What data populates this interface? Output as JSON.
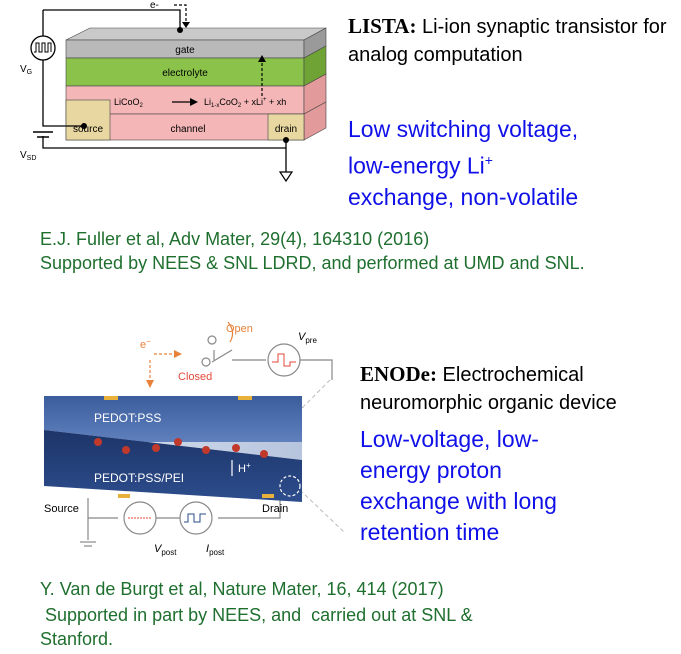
{
  "lista": {
    "diagram": {
      "electron_label": "e-",
      "gate_label": "gate",
      "electrolyte_label": "electrolyte",
      "reaction_left": "LiCoO",
      "reaction_left_sub": "2",
      "reaction_right": "Li",
      "reaction_right_sub": "1-x",
      "reaction_right_rest": "CoO",
      "reaction_right_sub2": "2",
      "reaction_tail": " + xLi",
      "reaction_tail_sup": "+",
      "reaction_tail_end": " + xh",
      "source_label": "source",
      "channel_label": "channel",
      "drain_label": "drain",
      "vg_label": "V",
      "vg_sub": "G",
      "vsd_label": "V",
      "vsd_sub": "SD"
    },
    "title_bold": "LISTA:",
    "title_rest": " Li-ion synaptic transistor for analog computation",
    "highlight_line1": "Low switching voltage,",
    "highlight_line2_main": "low-energy Li",
    "highlight_line2_sup": "+",
    "highlight_line3": "exchange, non-volatile",
    "citation": "E.J. Fuller et al, Adv Mater, 29(4), 164310 (2016)",
    "support": "Supported by NEES & SNL LDRD, and performed at UMD and SNL."
  },
  "enode": {
    "diagram": {
      "open_label": "Open",
      "closed_label": "Closed",
      "electron_label": "e",
      "electron_sup": "−",
      "vpre_label": "V",
      "vpre_sub": "pre",
      "top_layer_label": "PEDOT:PSS",
      "bottom_layer_label": "PEDOT:PSS/PEI",
      "proton_label": "H",
      "proton_sup": "+",
      "source_label": "Source",
      "drain_label": "Drain",
      "vpost_label": "V",
      "vpost_sub": "post",
      "ipost_label": "I",
      "ipost_sub": "post"
    },
    "title_bold": "ENODe:",
    "title_rest_line1": " Electrochemical",
    "title_rest_line2": "neuromorphic organic device",
    "highlight_line1": "Low-voltage, low-",
    "highlight_line2": "energy proton",
    "highlight_line3": "exchange with long",
    "highlight_line4": "retention time",
    "citation": "Y. Van de Burgt et al, Nature Mater, 16, 414 (2017)",
    "support_line1": " Supported in part by NEES, and  carried out at SNL &",
    "support_line2": "Stanford."
  },
  "colors": {
    "highlight_blue": "#1010e8",
    "citation_green": "#1f6f2f",
    "gate_gray": "#b9b9b9",
    "electrolyte_green": "#8bc34a",
    "channel_pink": "#f4b6b6",
    "contact_tan": "#e8d7a0",
    "enode_blue": "#2a4a8a",
    "open_orange": "#e8823a"
  }
}
